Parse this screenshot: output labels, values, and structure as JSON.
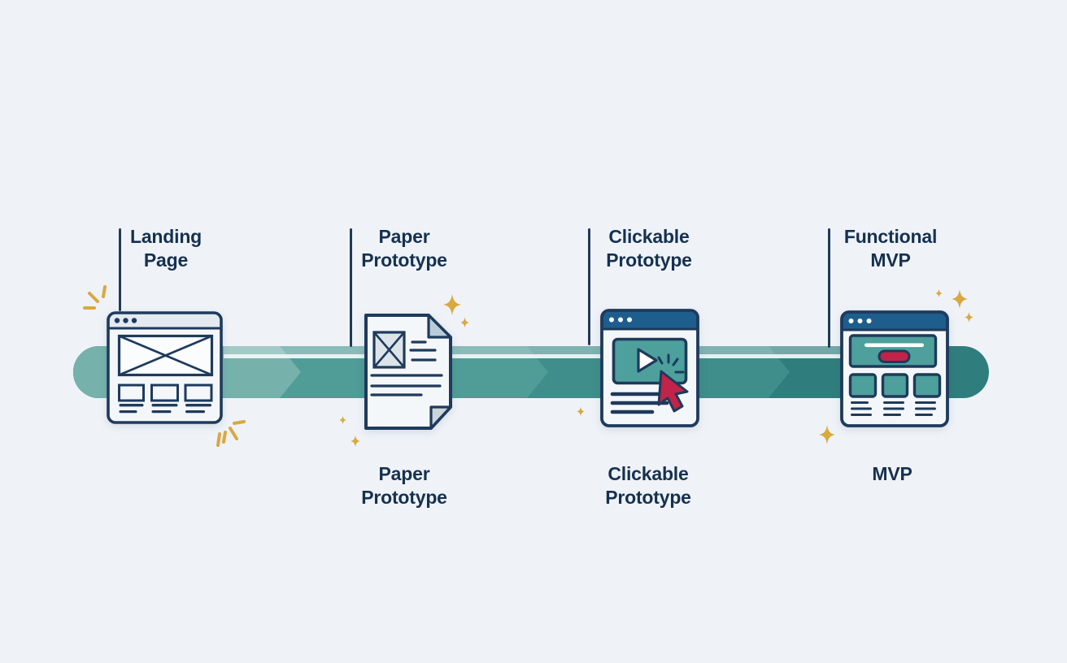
{
  "stages": [
    {
      "id": "landing-page",
      "icon": "browser-wireframe-icon",
      "top_label": {
        "line1": "Landing",
        "line2": "Page"
      }
    },
    {
      "id": "paper-prototype",
      "icon": "paper-document-icon",
      "top_label": {
        "line1": "Paper",
        "line2": "Prototype"
      },
      "bottom_label": {
        "line1": "Paper",
        "line2": "Prototype"
      }
    },
    {
      "id": "clickable-prototype",
      "icon": "clickable-browser-cursor-icon",
      "top_label": {
        "line1": "Clickable",
        "line2": "Prototype"
      },
      "bottom_label": {
        "line1": "Clickable",
        "line2": "Prototype"
      }
    },
    {
      "id": "functional-mvp",
      "icon": "mvp-browser-icon",
      "top_label": {
        "line1": "Functional",
        "line2": "MVP"
      },
      "bottom_label": {
        "line1": "MVP"
      }
    }
  ],
  "colors": {
    "background": "#eff3f8",
    "outline_navy": "#1e3a5c",
    "label_text": "#16314f",
    "band_segment_1": "#76b1ab",
    "band_segment_2": "#509c96",
    "band_segment_3": "#3f8e8b",
    "band_segment_4": "#2f7e7d",
    "browser_bar_blue": "#1e5e8d",
    "browser_bar_light": "#e3eaf0",
    "teal_panel": "#4da09b",
    "accent_red": "#c22348",
    "sparkle_gold": "#d9a83f",
    "paper_fold": "#b9cdd9",
    "paper_fold_bottom": "#ccd5db",
    "icon_body": "#f4f7f9"
  }
}
